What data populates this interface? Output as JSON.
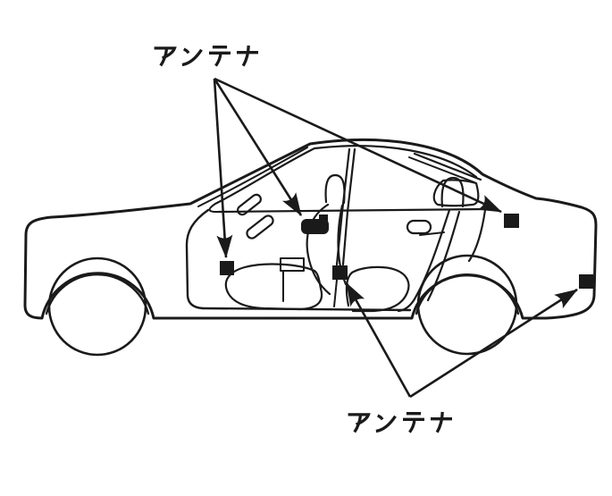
{
  "figure": {
    "background_color": "#ffffff",
    "line_color": "#1a1a1a",
    "marker_color": "#1a1a1a",
    "labels": {
      "top": {
        "text": "アンテナ"
      },
      "bottom": {
        "text": "アンテナ"
      }
    },
    "markers": {
      "top_label_targets": [
        "front-door",
        "center-dash",
        "rear-shelf"
      ],
      "bottom_label_targets": [
        "under-rear-floor",
        "rear-bumper"
      ]
    }
  }
}
